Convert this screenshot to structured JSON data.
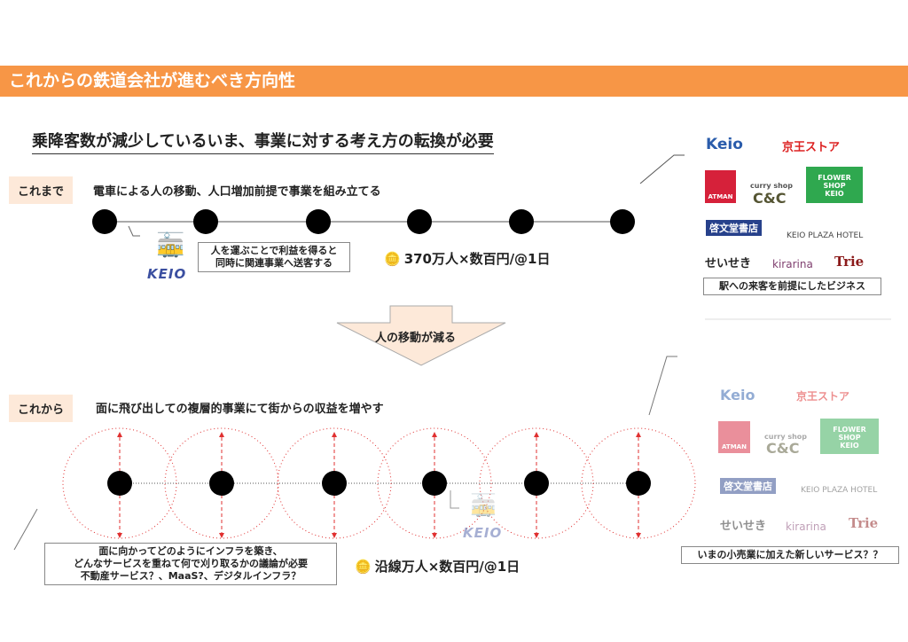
{
  "header": {
    "title": "これからの鉄道会社が進むべき方向性"
  },
  "subtitle": "乗降客数が減少しているいま、事業に対する考え方の転換が必要",
  "past": {
    "tag": "これまで",
    "description": "電車による人の移動、人口増加前提で事業を組み立てる",
    "note_line1": "人を運ぶことで利益を得ると",
    "note_line2": "同時に関連事業へ送客する",
    "revenue": "370万人×数百円/@1日",
    "brand": "KEIO"
  },
  "arrow_label": "人の移動が減る",
  "future": {
    "tag": "これから",
    "description": "面に飛び出しての複層的事業にて街からの収益を増やす",
    "note_line1": "面に向かってどのようにインフラを築き、",
    "note_line2": "どんなサービスを重ねて何で刈り取るかの議論が必要",
    "note_line3": "不動産サービス？、MaaS?、デジタルインフラ？",
    "revenue": "沿線万人×数百円/@1日",
    "brand": "KEIO"
  },
  "logos": {
    "keio": "Keio",
    "store": "京王ストア",
    "atman": "ATMAN",
    "cc_small": "curry shop",
    "cc": "C&C",
    "flower": "FLOWER SHOP KEIO",
    "bookstore": "啓文堂書店",
    "hotel": "KEIO PLAZA HOTEL",
    "seiseki": "せいせき",
    "kirarina": "kirarina",
    "trie": "Trie"
  },
  "right_top_caption": "駅への来客を前提にしたビジネス",
  "right_bottom_caption": "いまの小売業に加えた新しいサービス？？",
  "colors": {
    "header": "#f79646",
    "tag_bg": "#fde9d9",
    "arrow_fill": "#fde9d9",
    "dotted_red": "#e03030"
  }
}
